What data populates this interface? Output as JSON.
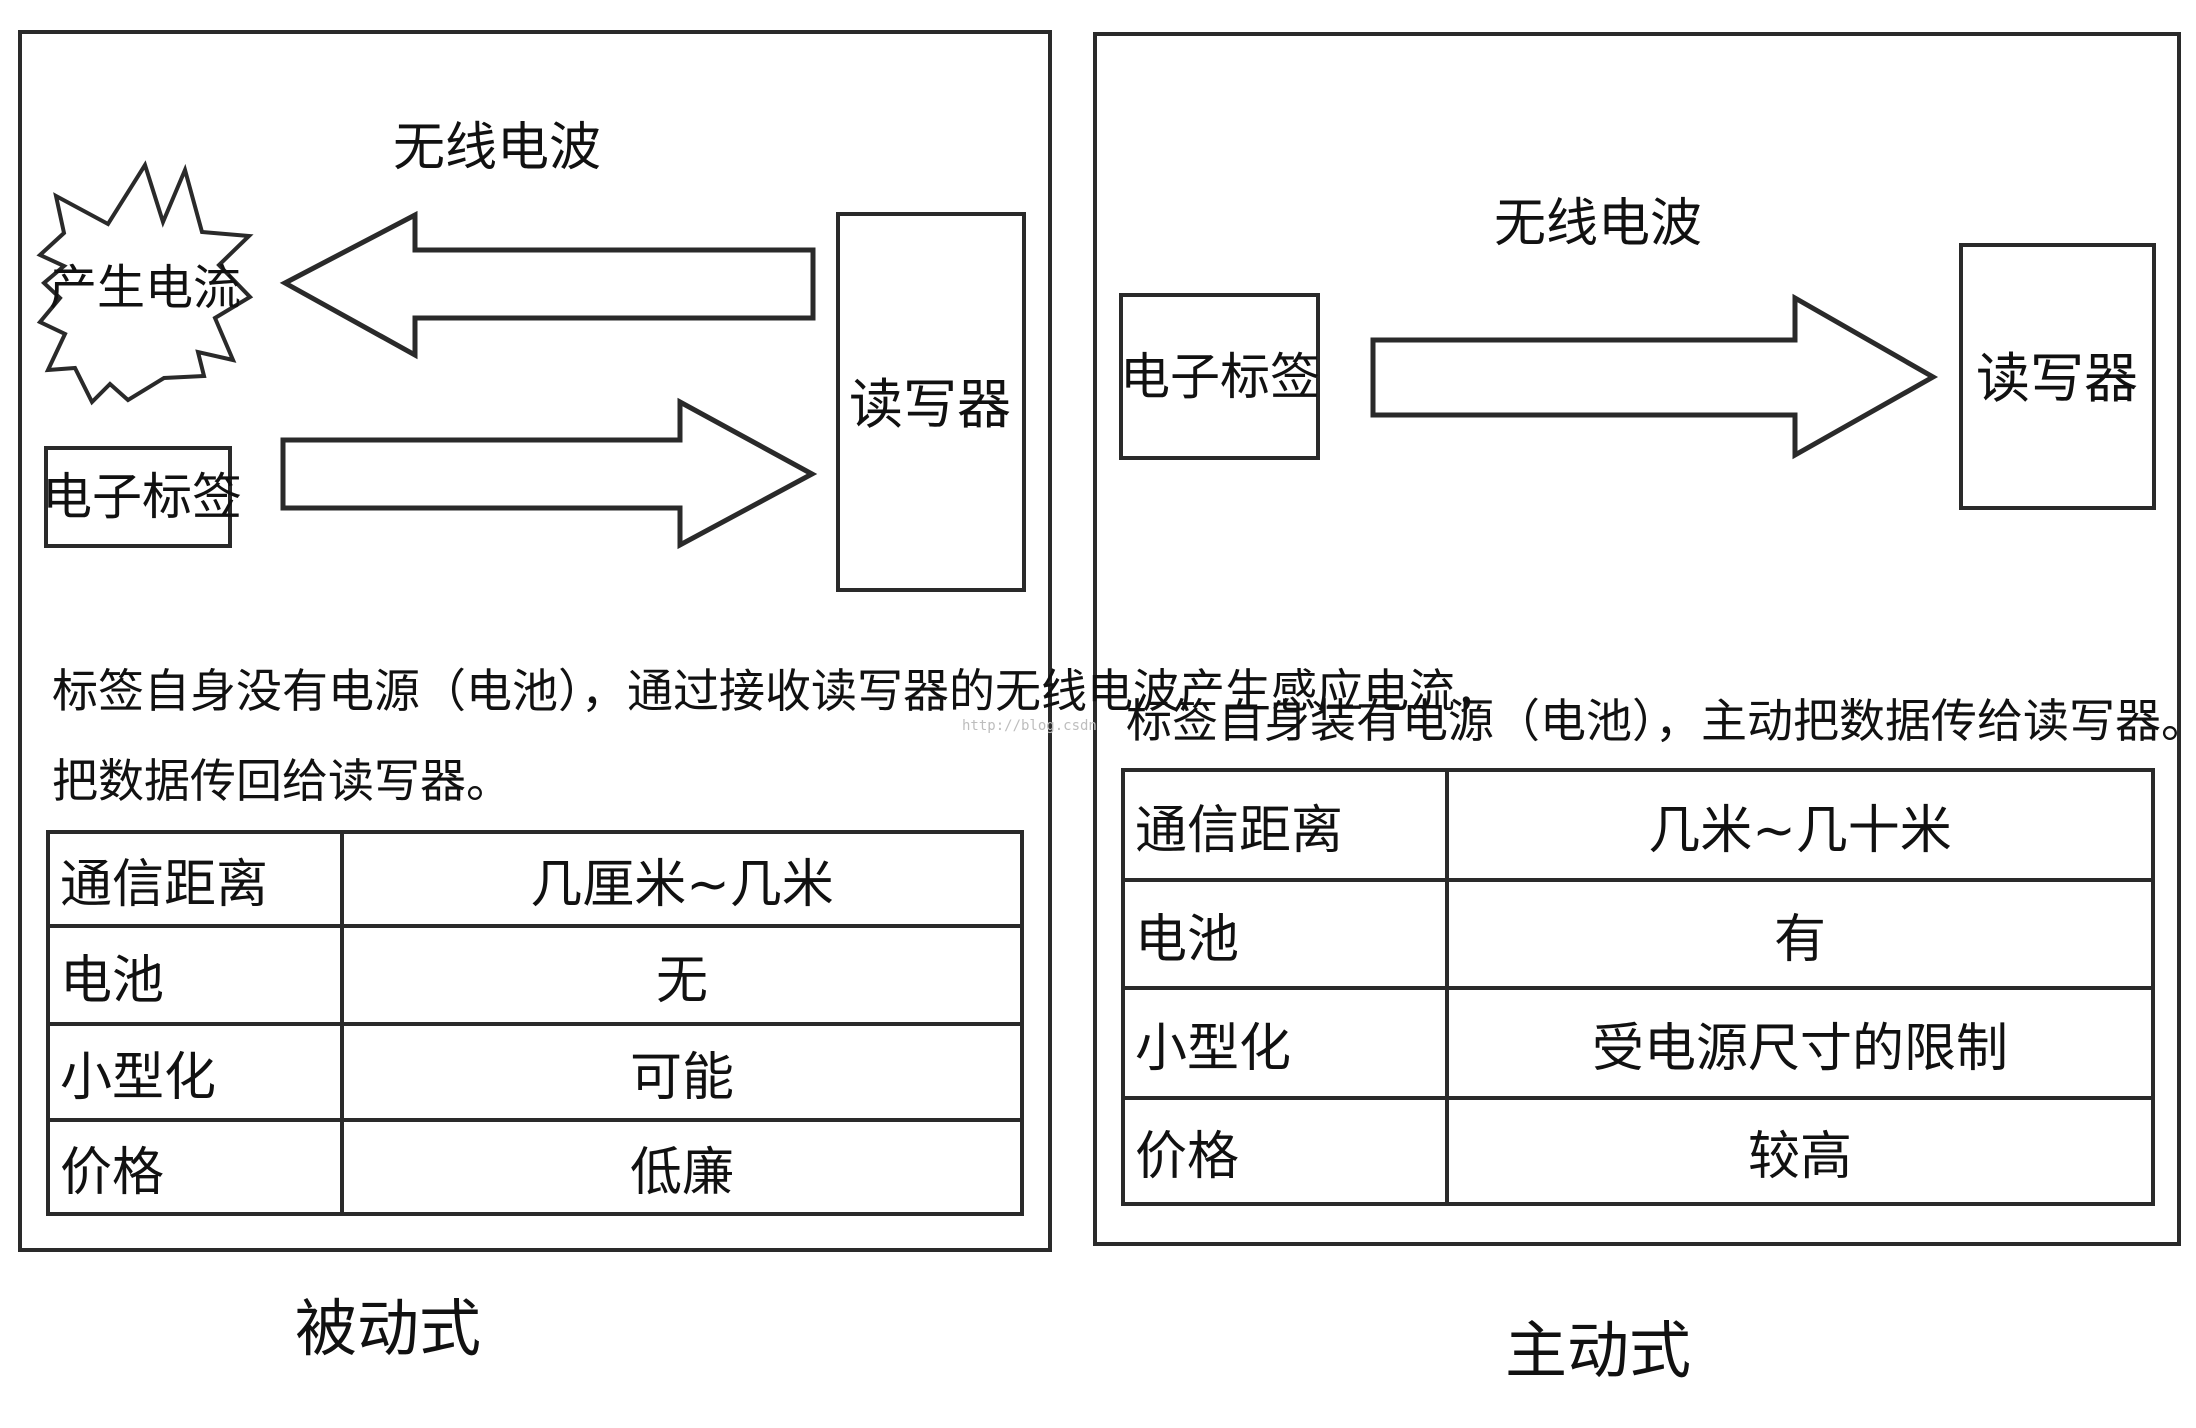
{
  "passive": {
    "wave_label": "无线电波",
    "burst_label": "产生电流",
    "tag_label": "电子标签",
    "reader_label": "读写器",
    "description_lines": [
      "标签自身没有电源（电池），通过接收读写器的无线电波产生感应电流，",
      "把数据传回给读写器。"
    ],
    "table": [
      {
        "key": "通信距离",
        "value": "几厘米~几米"
      },
      {
        "key": "电池",
        "value": "无"
      },
      {
        "key": "小型化",
        "value": "可能"
      },
      {
        "key": "价格",
        "value": "低廉"
      }
    ],
    "caption": "被动式"
  },
  "active": {
    "wave_label": "无线电波",
    "tag_label": "电子标签",
    "reader_label": "读写器",
    "description_lines": [
      "标签自身装有电源（电池），主动把数据传给读写器。"
    ],
    "table": [
      {
        "key": "通信距离",
        "value": "几米~几十米"
      },
      {
        "key": "电池",
        "value": "有"
      },
      {
        "key": "小型化",
        "value": "受电源尺寸的限制"
      },
      {
        "key": "价格",
        "value": "较高"
      }
    ],
    "caption": "主动式"
  },
  "watermark": "http://blog.csdn"
}
